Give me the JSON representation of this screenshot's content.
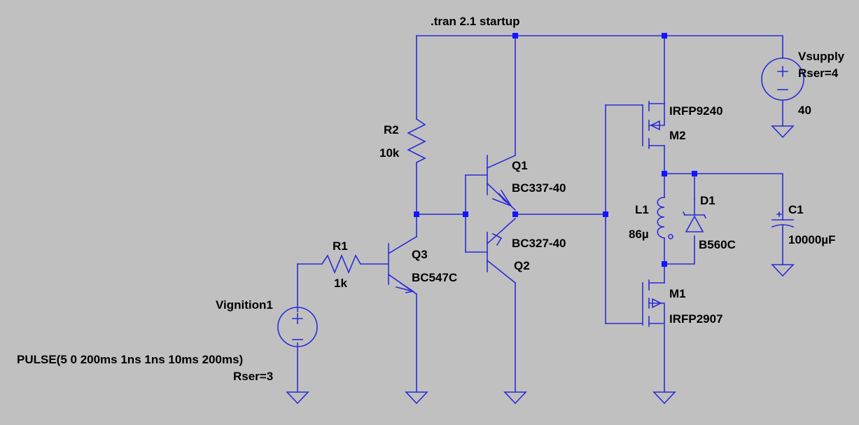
{
  "directive": ".tran 2.1 startup",
  "components": {
    "vsupply": {
      "name": "Vsupply",
      "value": "40",
      "rser": "Rser=4"
    },
    "vignition": {
      "name": "Vignition1",
      "value": "PULSE(5 0 200ms 1ns 1ns 10ms 200ms)",
      "rser": "Rser=3"
    },
    "r1": {
      "name": "R1",
      "value": "1k"
    },
    "r2": {
      "name": "R2",
      "value": "10k"
    },
    "q1": {
      "name": "Q1",
      "model": "BC337-40"
    },
    "q2": {
      "name": "Q2",
      "model": "BC327-40"
    },
    "q3": {
      "name": "Q3",
      "model": "BC547C"
    },
    "m1": {
      "name": "M1",
      "model": "IRFP2907"
    },
    "m2": {
      "name": "M2",
      "model": "IRFP9240"
    },
    "l1": {
      "name": "L1",
      "value": "86µ"
    },
    "d1": {
      "name": "D1",
      "model": "B560C"
    },
    "c1": {
      "name": "C1",
      "value": "10000µF"
    }
  },
  "colors": {
    "background": "#c0c0c0",
    "wire": "#2b2bd6",
    "junction": "#1414ff",
    "text": "#000000"
  }
}
